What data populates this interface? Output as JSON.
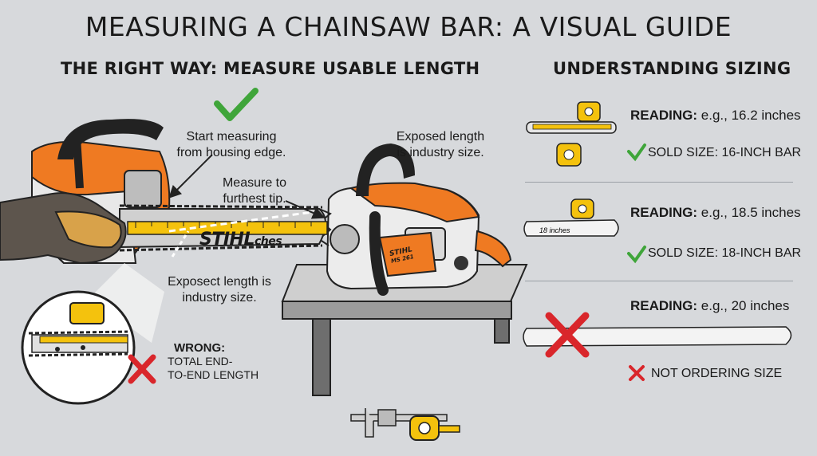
{
  "title": "MEASURING A CHAINSAW BAR: A VISUAL GUIDE",
  "left": {
    "heading": "THE RIGHT WAY: MEASURE USABLE LENGTH",
    "callout_start": "Start measuring\nfrom housing edge.",
    "callout_tip": "Measure to\nfurthest tip.",
    "callout_exposed_right": "Exposed length\nis industry size.",
    "callout_exposed_left": "Exposect length is\nindustry size.",
    "bar_brand": "STIHL",
    "bar_tape_text": "ches",
    "saw_brand": "STIHL",
    "saw_model": "MS 261",
    "wrong_title": "WRONG:",
    "wrong_text": "TOTAL END-\nTO-END LENGTH"
  },
  "right": {
    "heading": "UNDERSTANDING SIZING",
    "rows": [
      {
        "reading_label": "READING:",
        "reading_value": "e.g., 16.2 inches",
        "result": "SOLD SIZE: 16-INCH BAR",
        "result_type": "check"
      },
      {
        "reading_label": "READING:",
        "reading_value": "e.g., 18.5 inches",
        "result": "SOLD SIZE: 18-INCH BAR",
        "result_type": "check",
        "bar_text": "18 inches"
      },
      {
        "reading_label": "READING:",
        "reading_value": "e.g., 20 inches",
        "result": "NOT ORDERING SIZE",
        "result_type": "cross"
      }
    ]
  },
  "colors": {
    "check": "#3fa53a",
    "cross": "#d9262b",
    "orange": "#ef7a22",
    "tape": "#f4c20d",
    "background": "#d7d9dc"
  },
  "icons": [
    "check-icon",
    "cross-icon",
    "tape-measure-icon",
    "caliper-icon",
    "chainsaw-illustration",
    "glove-illustration",
    "magnifier-illustration"
  ]
}
